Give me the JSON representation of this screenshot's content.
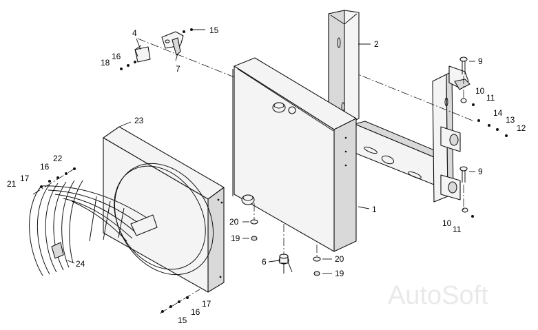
{
  "watermark": "AutoSoft",
  "callouts": {
    "c1": "1",
    "c2": "2",
    "c4": "4",
    "c6": "6",
    "c7": "7",
    "c9a": "9",
    "c9b": "9",
    "c10a": "10",
    "c10b": "10",
    "c11a": "11",
    "c11b": "11",
    "c12": "12",
    "c13": "13",
    "c14": "14",
    "c15a": "15",
    "c15b": "15",
    "c16a": "16",
    "c16b": "16",
    "c16c": "16",
    "c17a": "17",
    "c17b": "17",
    "c18": "18",
    "c19a": "19",
    "c19b": "19",
    "c20a": "20",
    "c20b": "20",
    "c21": "21",
    "c22": "22",
    "c23": "23",
    "c24": "24"
  }
}
